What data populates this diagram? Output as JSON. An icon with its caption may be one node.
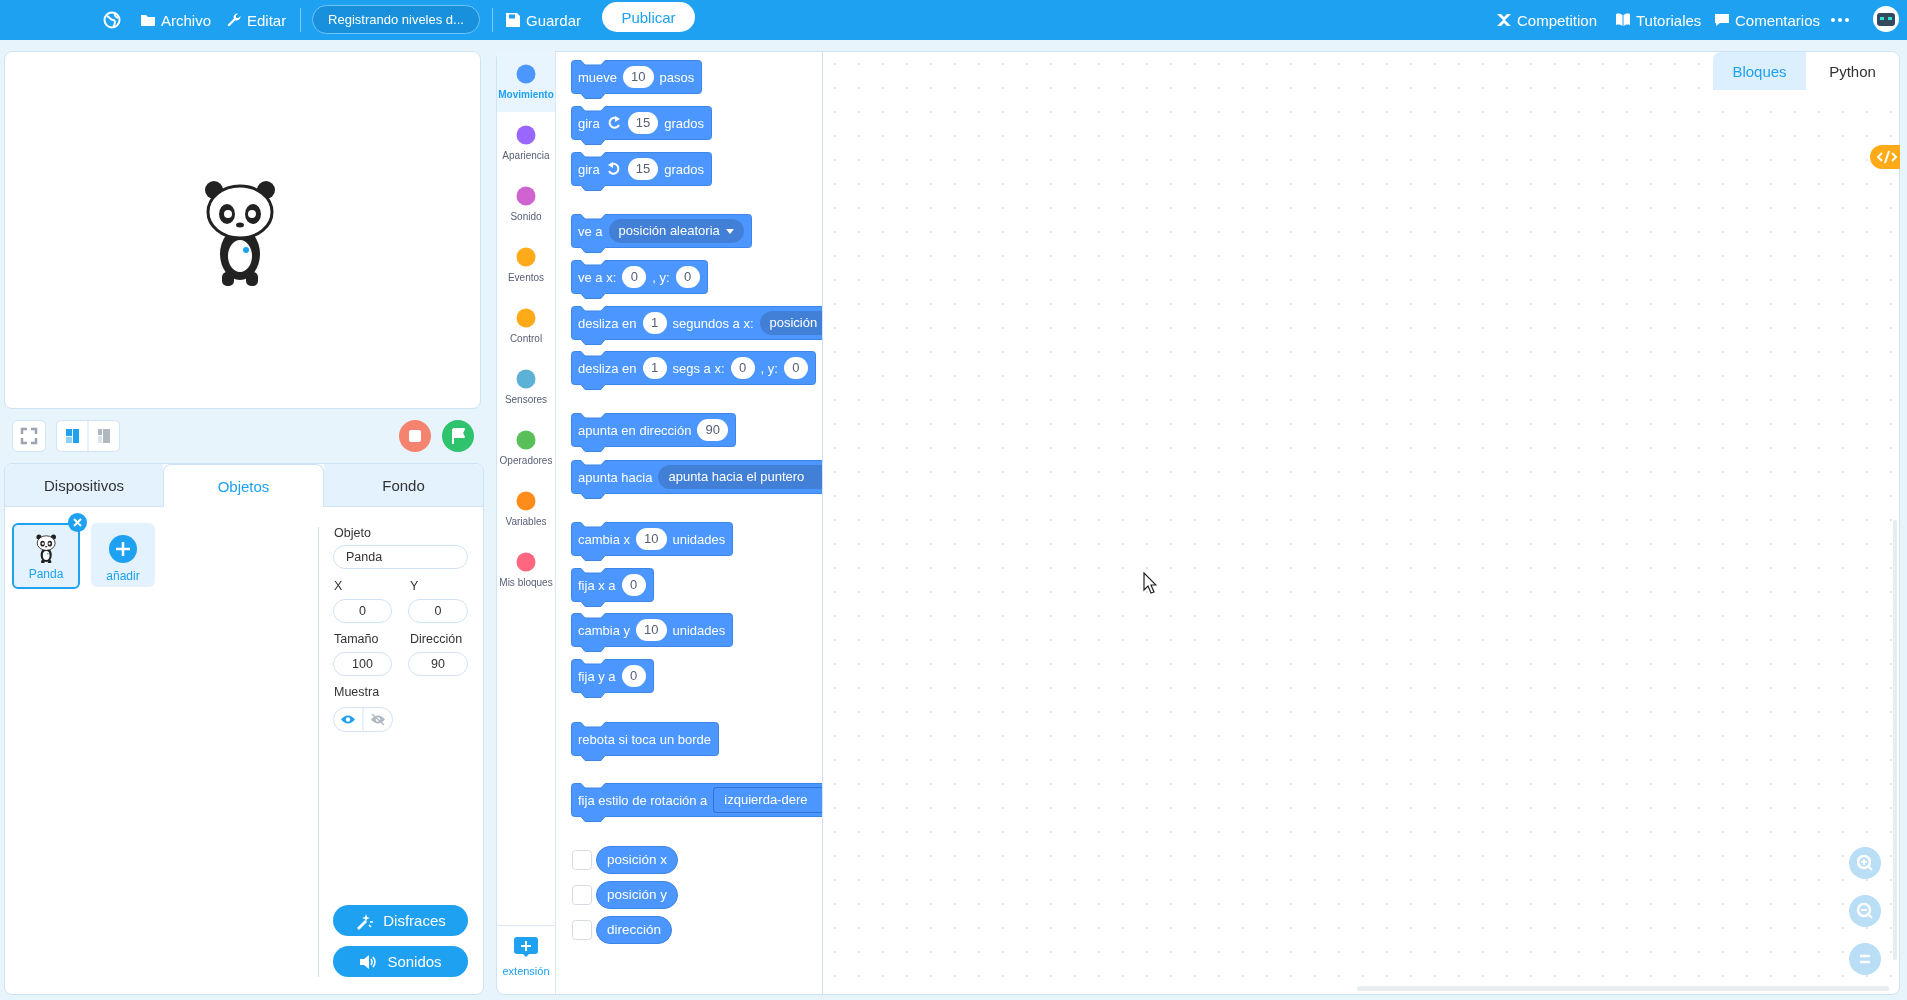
{
  "diagram": {
    "nodes": [
      {
        "text": [
          "mueve",
          "10",
          "pasos"
        ]
      },
      {
        "text": [
          "gira",
          "15",
          "grados"
        ]
      },
      {
        "text": [
          "gira",
          "15",
          "grados"
        ]
      },
      {
        "text": [
          "ve a",
          "posición aleatoria"
        ]
      },
      {
        "text": [
          "ve a x:",
          "0",
          ", y:",
          "0"
        ]
      },
      {
        "text": [
          "desliza en",
          "1",
          "segundos a x:",
          "posición"
        ]
      },
      {
        "text": [
          "desliza en",
          "1",
          "segs a x:",
          "0",
          ", y:",
          "0"
        ]
      },
      {
        "text": [
          "apunta en dirección",
          "90"
        ]
      },
      {
        "text": [
          "apunta hacia",
          "apunta hacia el puntero"
        ]
      },
      {
        "text": [
          "cambia x",
          "10",
          "unidades"
        ]
      },
      {
        "text": [
          "fija x a",
          "0"
        ]
      },
      {
        "text": [
          "cambia y",
          "10",
          "unidades"
        ]
      },
      {
        "text": [
          "fija y a",
          "0"
        ]
      },
      {
        "text": [
          "rebota si toca un borde"
        ]
      },
      {
        "text": [
          "fija estilo de rotación a",
          "izquierda-dere"
        ]
      },
      {
        "text": [
          "posición x"
        ]
      },
      {
        "text": [
          "posición y"
        ]
      },
      {
        "text": [
          "dirección"
        ]
      }
    ],
    "labels": [
      "Archivo",
      "Editar",
      "Registrando niveles d...",
      "Guardar",
      "Publicar",
      "Competition",
      "Tutoriales",
      "Comentarios",
      "Dispositivos",
      "Objetos",
      "Fondo",
      "Panda",
      "añadir",
      "Objeto",
      "Panda",
      "X",
      "Y",
      "0",
      "0",
      "Tamaño",
      "Dirección",
      "100",
      "90",
      "Muestra",
      "Disfraces",
      "Sonidos",
      "Movimiento",
      "Apariencia",
      "Sonido",
      "Eventos",
      "Control",
      "Sensores",
      "Operadores",
      "Variables",
      "Mis bloques",
      "extensión",
      "Bloques",
      "Python"
    ]
  }
}
